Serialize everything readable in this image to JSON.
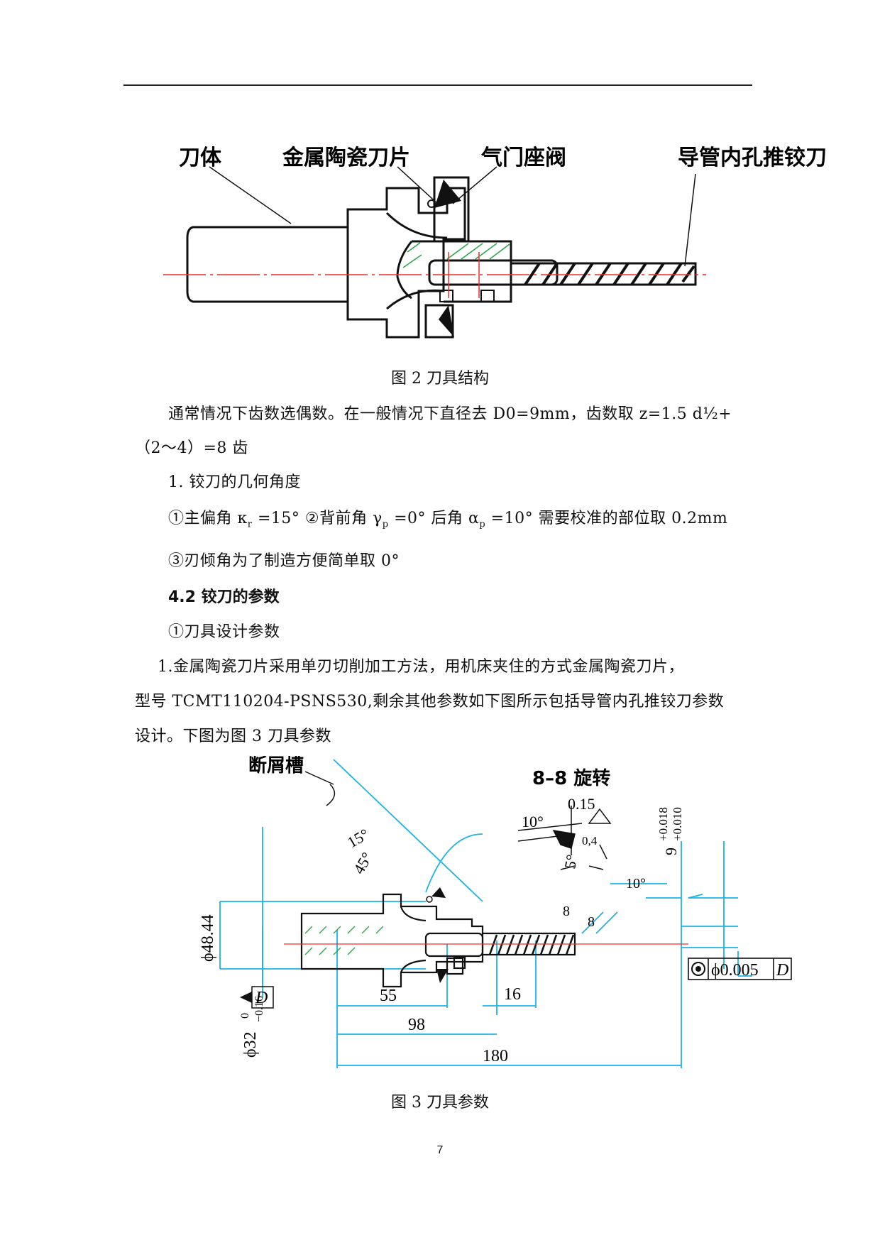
{
  "figure2": {
    "labels": {
      "body": "刀体",
      "insert": "金属陶瓷刀片",
      "valve_seat": "气门座阀",
      "reamer": "导管内孔推铰刀"
    },
    "caption": "图 2   刀具结构"
  },
  "paragraphs": [
    "通常情况下齿数选偶数。在一般情况下直径去 D0=9mm，齿数取 z=1.5 d½+",
    "（2～4）=8 齿",
    "1. 铰刀的几何角度",
    "③刃倾角为了制造方便简单取 0°"
  ],
  "angles_line": {
    "p1": "①主偏角 κ",
    "s1": "r",
    "p2": " =15° ②背前角 γ",
    "s2": "p",
    "p3": " =0° 后角 α",
    "s3": "p",
    "p4": " =10° 需要校准的部位取 0.2mm"
  },
  "heading": "4.2 铰刀的参数",
  "paragraphs2": [
    "①刀具设计参数",
    "1.金属陶瓷刀片采用单刃切削加工方法，用机床夹住的方式金属陶瓷刀片，",
    "型号 TCMT110204-PSNS530,剩余其他参数如下图所示包括导管内孔推铰刀参数",
    "设计。下图为图 3 刀具参数"
  ],
  "figure3": {
    "labels": {
      "chip_groove": "断屑槽",
      "rotate": "8–8 旋转",
      "a15": "15°",
      "a45": "45°",
      "a10a": "10°",
      "r015": "0.15",
      "ra04": "0,4",
      "a5": "5°",
      "a10b": "10°",
      "tol_up": "+0.018",
      "tol_lo": "+0.010",
      "d9": "9",
      "d4844": "ϕ48.44",
      "d32": "ϕ32",
      "t32up": "0",
      "t32lo": "−0.16",
      "datum": "D",
      "n8a": "8",
      "n8b": "8",
      "l55": "55",
      "l16": "16",
      "l98": "98",
      "l180": "180",
      "gtol_val": "ϕ0.005",
      "gtol_datum": "D"
    },
    "caption": "图 3   刀具参数"
  },
  "page_number": "7"
}
